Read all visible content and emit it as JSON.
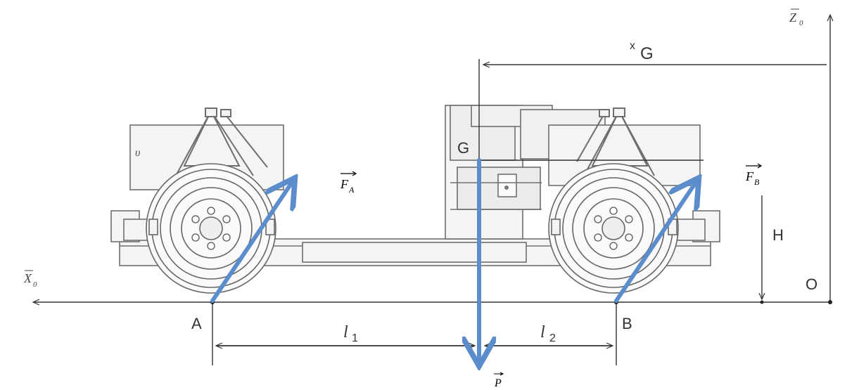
{
  "labels": {
    "point_a": "A",
    "point_b": "B",
    "point_g": "G",
    "point_o": "O",
    "height": "H",
    "xg_x": "x",
    "xg_g": "G",
    "l1_l": "l",
    "l1_sub": "1",
    "l2_l": "l",
    "l2_sub": "2",
    "x0_x": "X",
    "x0_sub": "0",
    "z0_z": "Z",
    "z0_sub": "0",
    "fa_f": "F",
    "fa_sub": "A",
    "fb_f": "F",
    "fb_sub": "B",
    "p": "P"
  },
  "colors": {
    "force_arrow": "#5b8ccb",
    "drawing_line": "#2a2a2a",
    "vehicle_stroke": "#6e6e6e",
    "vehicle_fill": "#f2f2f2",
    "label_box": "#ffffff"
  }
}
